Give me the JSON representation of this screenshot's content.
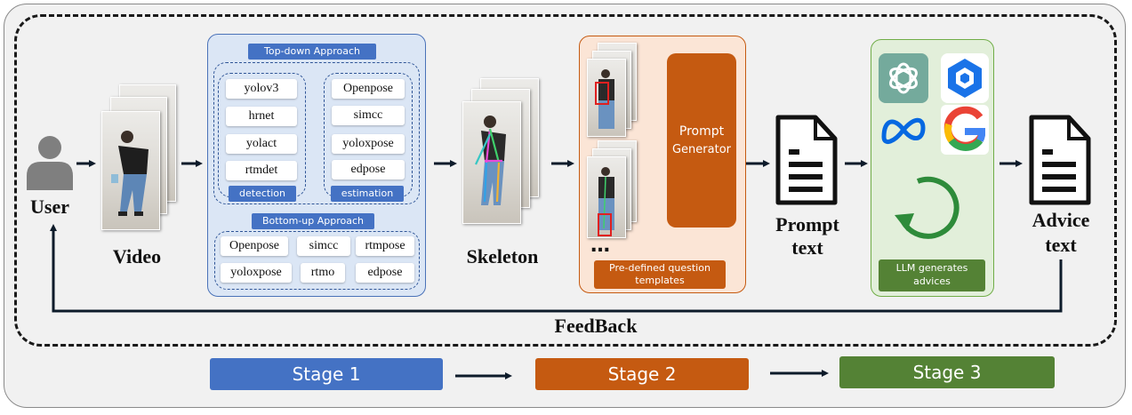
{
  "labels": {
    "user": "User",
    "video": "Video",
    "skeleton": "Skeleton",
    "prompt_text_line1": "Prompt",
    "prompt_text_line2": "text",
    "advice_text_line1": "Advice",
    "advice_text_line2": "text",
    "feedback": "FeedBack"
  },
  "stage1": {
    "top_down_title": "Top-down Approach",
    "detection_models": [
      "yolov3",
      "hrnet",
      "yolact",
      "rtmdet"
    ],
    "detection_label": "detection",
    "estimation_models": [
      "Openpose",
      "simcc",
      "yoloxpose",
      "edpose"
    ],
    "estimation_label": "estimation",
    "bottom_up_title": "Bottom-up Approach",
    "bottom_up_models": [
      "Openpose",
      "simcc",
      "rtmpose",
      "yoloxpose",
      "rtmo",
      "edpose"
    ]
  },
  "stage2": {
    "generator_line1": "Prompt",
    "generator_line2": "Generator",
    "ellipsis": "…",
    "templates_line1": "Pre-defined question",
    "templates_line2": "templates"
  },
  "stage3": {
    "llm_line1": "LLM generates",
    "llm_line2": "advices",
    "logos": [
      "openai-logo",
      "blue-cube-logo",
      "meta-logo",
      "google-logo"
    ]
  },
  "stages": [
    {
      "label": "Stage 1",
      "color": "#4472c4"
    },
    {
      "label": "Stage 2",
      "color": "#c55a11"
    },
    {
      "label": "Stage 3",
      "color": "#548235"
    }
  ]
}
